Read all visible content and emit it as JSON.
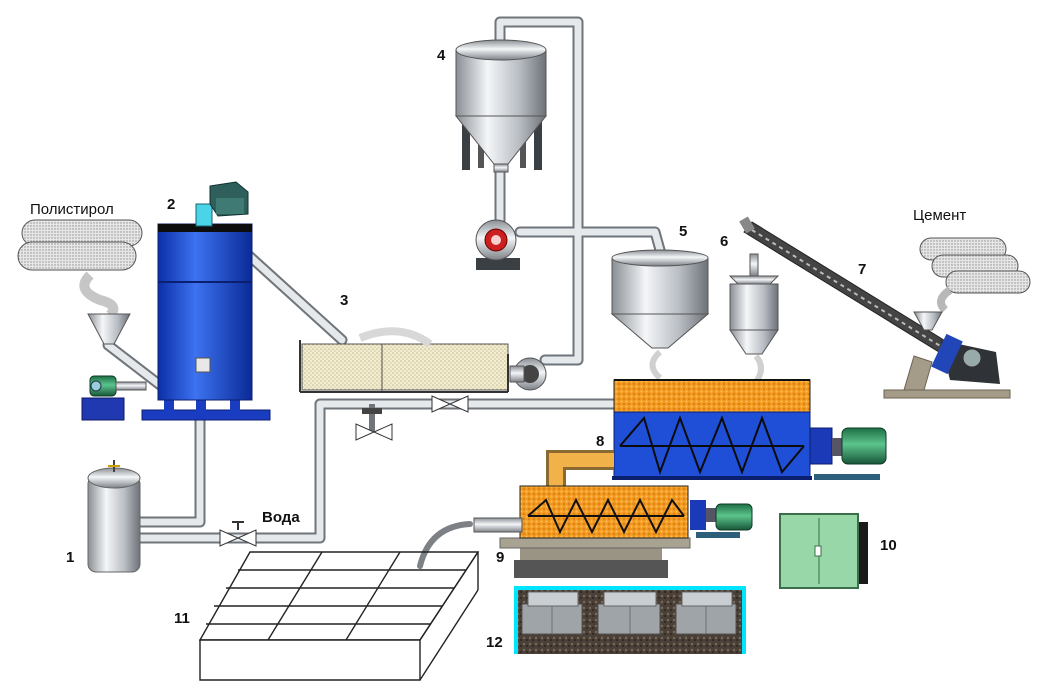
{
  "labels": {
    "polystyrene": "Полистирол",
    "cement": "Цемент",
    "water": "Вода"
  },
  "numbers": {
    "n1": "1",
    "n2": "2",
    "n3": "3",
    "n4": "4",
    "n5": "5",
    "n6": "6",
    "n7": "7",
    "n8": "8",
    "n9": "9",
    "n10": "10",
    "n11": "11",
    "n12": "12"
  },
  "colors": {
    "pipe": "#c8ccd0",
    "tank_blue": "#1f4fd6",
    "granules": "#f0a030",
    "foam": "#eee6c8",
    "motor_green": "#2e8b57",
    "cabinet": "#98d8a8",
    "cyan_frame": "#00e5ff"
  }
}
